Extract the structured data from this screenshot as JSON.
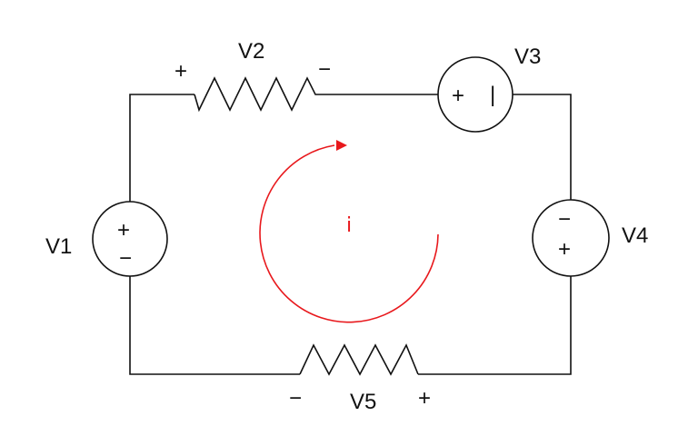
{
  "diagram": {
    "components": {
      "v1": {
        "label": "V1",
        "type": "voltage-source",
        "top_sign": "+",
        "bottom_sign": "−"
      },
      "v2": {
        "label": "V2",
        "type": "resistor",
        "left_polarity": "+",
        "right_polarity": "−"
      },
      "v3": {
        "label": "V3",
        "type": "voltage-source",
        "left_sign": "+",
        "right_sign": "|"
      },
      "v4": {
        "label": "V4",
        "type": "voltage-source",
        "top_sign": "−",
        "bottom_sign": "+"
      },
      "v5": {
        "label": "V5",
        "type": "resistor",
        "left_polarity": "−",
        "right_polarity": "+"
      }
    },
    "loop_current": {
      "label": "i",
      "direction": "clockwise",
      "color": "#e8181c"
    },
    "colors": {
      "wire": "#111111",
      "loop": "#e8181c",
      "background": "#ffffff"
    }
  }
}
